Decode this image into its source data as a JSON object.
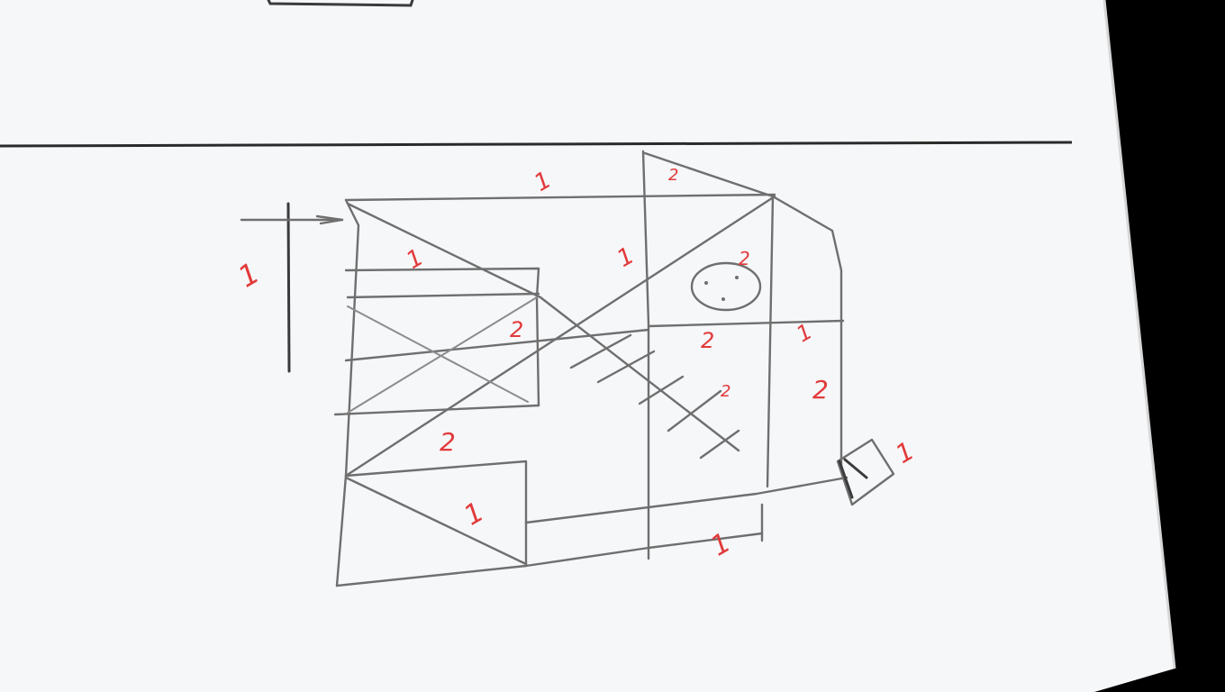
{
  "sketch": {
    "labels": [
      {
        "id": "top-edge",
        "text": "1"
      },
      {
        "id": "top-right-edge",
        "text": "2"
      },
      {
        "id": "left-dimension",
        "text": "1"
      },
      {
        "id": "upper-left-diagonal",
        "text": "1"
      },
      {
        "id": "middle-vertical",
        "text": "1"
      },
      {
        "id": "circle",
        "text": "2"
      },
      {
        "id": "left-box",
        "text": "2"
      },
      {
        "id": "middle-horizontal",
        "text": "2"
      },
      {
        "id": "right-edge-top",
        "text": "1"
      },
      {
        "id": "hatch",
        "text": "2"
      },
      {
        "id": "right-edge",
        "text": "2"
      },
      {
        "id": "lower-left-diagonal",
        "text": "2"
      },
      {
        "id": "small-box",
        "text": "1"
      },
      {
        "id": "bottom-left-triangle",
        "text": "1"
      },
      {
        "id": "bottom-dimension",
        "text": "1"
      }
    ]
  },
  "colors": {
    "paper": "#f6f7f9",
    "pencil": "#6f6f6f",
    "ink": "#e23a3a",
    "background": "#000000"
  }
}
